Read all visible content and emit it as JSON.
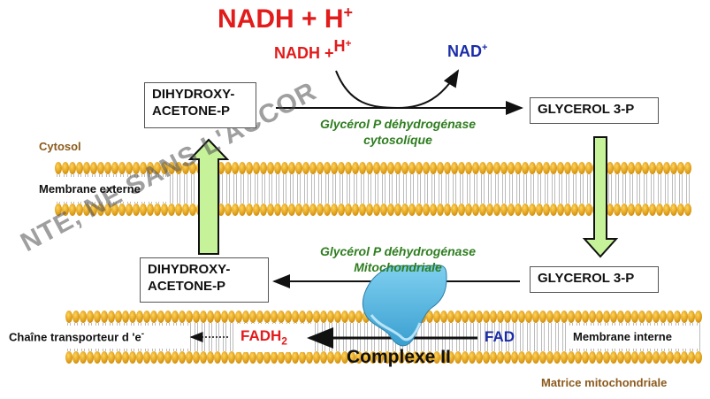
{
  "title": {
    "main": "NADH + H",
    "main_sup": "+"
  },
  "cofactors": {
    "nadh": "NADH +",
    "nadh_h": "H",
    "nadh_sup": "+",
    "nad": "NAD",
    "nad_sup": "+"
  },
  "compartments": {
    "cytosol": "Cytosol",
    "outer_membrane": "Membrane externe",
    "inner_membrane": "Membrane interne",
    "matrix": "Matrice mitochondriale"
  },
  "metabolites": {
    "dhap_top": [
      "DIHYDROXY-",
      "ACETONE-P"
    ],
    "g3p_top": "GLYCEROL 3-P",
    "dhap_bottom": [
      "DIHYDROXY-",
      "ACETONE-P"
    ],
    "g3p_bottom": "GLYCEROL 3-P"
  },
  "enzymes": {
    "cytosolic": [
      "Glycérol P  déhydrogénase",
      "cytosolíque"
    ],
    "mitochondrial": [
      "Glycérol P  déhydrogénase",
      "Mitochondriale"
    ],
    "complex": "Complexe II"
  },
  "electron_carriers": {
    "fadh2": "FADH",
    "fadh2_sub": "2",
    "fad": "FAD",
    "chain": "Chaîne transporteur d 'e",
    "chain_sup": "-"
  },
  "watermark": "NTE, NE SANS L'ACCOR",
  "colors": {
    "red": "#e21b1b",
    "blue": "#1a2ca8",
    "green_text": "#2e7d1f",
    "brown_text": "#8b5a1c",
    "lipid_head": "#e8a412",
    "green_arrow": "#c6f29a",
    "complex": "#5bb8e0"
  }
}
